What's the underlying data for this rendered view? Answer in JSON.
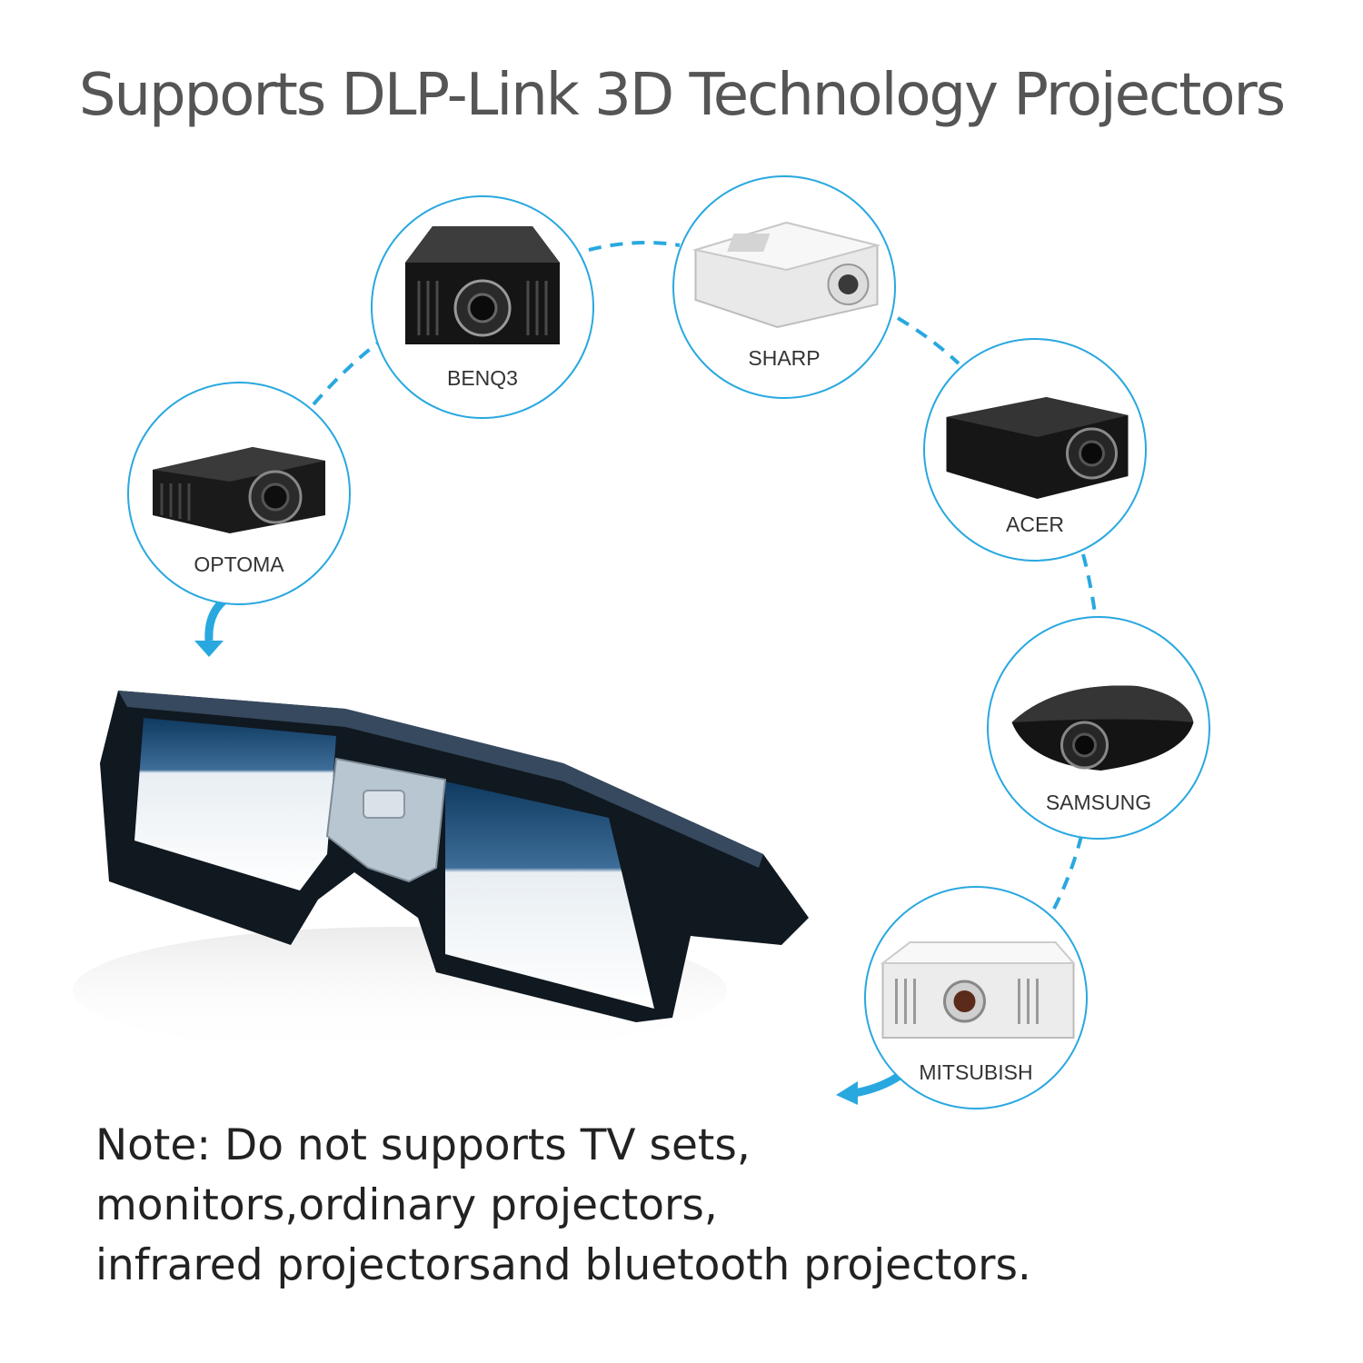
{
  "title": "Supports DLP-Link 3D Technology Projectors",
  "colors": {
    "accent": "#29a8e0",
    "title_text": "#555555",
    "note_text": "#222222"
  },
  "brands": [
    {
      "label": "OPTOMA",
      "icon": "projector-black-icon"
    },
    {
      "label": "BENQ3",
      "icon": "projector-black-icon"
    },
    {
      "label": "SHARP",
      "icon": "projector-white-icon"
    },
    {
      "label": "ACER",
      "icon": "projector-black-icon"
    },
    {
      "label": "SAMSUNG",
      "icon": "projector-black-icon"
    },
    {
      "label": "MITSUBISH",
      "icon": "projector-white-icon"
    }
  ],
  "note": {
    "lines": [
      "Note: Do not supports TV sets,",
      "monitors,ordinary projectors,",
      "infrared projectorsand bluetooth projectors."
    ]
  }
}
